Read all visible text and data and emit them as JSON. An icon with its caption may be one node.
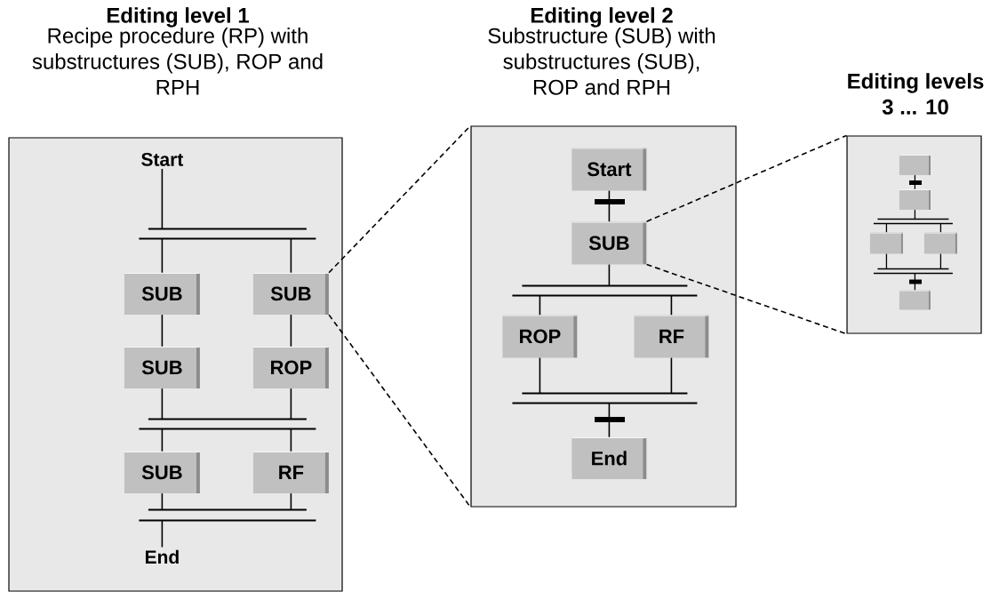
{
  "diagram": {
    "nodes": [
      {
        "text": [
          "Editing level 1",
          "Recipe procedure (RP) with substructures (SUB), ROP and RPH"
        ]
      },
      {
        "text": [
          "Start"
        ],
        "in": 0
      },
      {
        "text": [
          "SUB"
        ],
        "in": 0
      },
      {
        "text": [
          "SUB"
        ],
        "in": 0
      },
      {
        "text": [
          "SUB"
        ],
        "in": 0
      },
      {
        "text": [
          "ROP"
        ],
        "in": 0
      },
      {
        "text": [
          "SUB"
        ],
        "in": 0
      },
      {
        "text": [
          "RF"
        ],
        "in": 0
      },
      {
        "text": [
          "End"
        ],
        "in": 0
      },
      {
        "text": [
          "Editing level 2",
          "Substructure (SUB) with substructures (SUB), ROP and RPH"
        ]
      },
      {
        "text": [
          "Start"
        ],
        "in": 9
      },
      {
        "text": [
          "SUB"
        ],
        "in": 9
      },
      {
        "text": [
          "ROP"
        ],
        "in": 9
      },
      {
        "text": [
          "RF"
        ],
        "in": 9
      },
      {
        "text": [
          "End"
        ],
        "in": 9
      },
      {
        "text": [
          "Editing levels 3 ... 10"
        ]
      },
      {
        "text": [],
        "shape": "box",
        "in": 15
      },
      {
        "text": [],
        "shape": "box",
        "in": 15
      },
      {
        "text": [],
        "shape": "box",
        "in": 15
      },
      {
        "text": [],
        "shape": "box",
        "in": 15
      },
      {
        "text": [],
        "shape": "box",
        "in": 15
      },
      {
        "text": [],
        "shape": "bar",
        "in": 0
      },
      {
        "text": [],
        "shape": "bar",
        "in": 0
      },
      {
        "text": [],
        "shape": "bar",
        "in": 0
      },
      {
        "text": [],
        "shape": "bar",
        "in": 9
      },
      {
        "text": [],
        "shape": "bar",
        "in": 9
      },
      {
        "text": [],
        "shape": "bar",
        "in": 15
      },
      {
        "text": [],
        "shape": "bar",
        "in": 15
      }
    ],
    "edges": [
      {
        "from": 1,
        "to": 21,
        "arrow": "none"
      },
      {
        "from": 21,
        "to": 2,
        "arrow": "none"
      },
      {
        "from": 21,
        "to": 3,
        "arrow": "none"
      },
      {
        "from": 2,
        "to": 4,
        "arrow": "none"
      },
      {
        "from": 3,
        "to": 5,
        "arrow": "none"
      },
      {
        "from": 4,
        "to": 22,
        "arrow": "none"
      },
      {
        "from": 5,
        "to": 22,
        "arrow": "none"
      },
      {
        "from": 22,
        "to": 6,
        "arrow": "none"
      },
      {
        "from": 22,
        "to": 7,
        "arrow": "none"
      },
      {
        "from": 6,
        "to": 23,
        "arrow": "none"
      },
      {
        "from": 7,
        "to": 23,
        "arrow": "none"
      },
      {
        "from": 23,
        "to": 8,
        "arrow": "none"
      },
      {
        "from": 3,
        "to": 9,
        "arrow": "none",
        "style": "dashed"
      },
      {
        "from": 3,
        "to": 9,
        "arrow": "none",
        "style": "dashed"
      },
      {
        "from": 10,
        "to": 11,
        "arrow": "none"
      },
      {
        "from": 11,
        "to": 24,
        "arrow": "none"
      },
      {
        "from": 24,
        "to": 12,
        "arrow": "none"
      },
      {
        "from": 24,
        "to": 13,
        "arrow": "none"
      },
      {
        "from": 12,
        "to": 25,
        "arrow": "none"
      },
      {
        "from": 13,
        "to": 25,
        "arrow": "none"
      },
      {
        "from": 25,
        "to": 14,
        "arrow": "none"
      },
      {
        "from": 11,
        "to": 15,
        "arrow": "none",
        "style": "dashed"
      },
      {
        "from": 11,
        "to": 15,
        "arrow": "none",
        "style": "dashed"
      },
      {
        "from": 16,
        "to": 17,
        "arrow": "none"
      },
      {
        "from": 17,
        "to": 26,
        "arrow": "none"
      },
      {
        "from": 26,
        "to": 18,
        "arrow": "none"
      },
      {
        "from": 26,
        "to": 19,
        "arrow": "none"
      },
      {
        "from": 18,
        "to": 27,
        "arrow": "none"
      },
      {
        "from": 19,
        "to": 27,
        "arrow": "none"
      },
      {
        "from": 27,
        "to": 20,
        "arrow": "none"
      }
    ]
  }
}
